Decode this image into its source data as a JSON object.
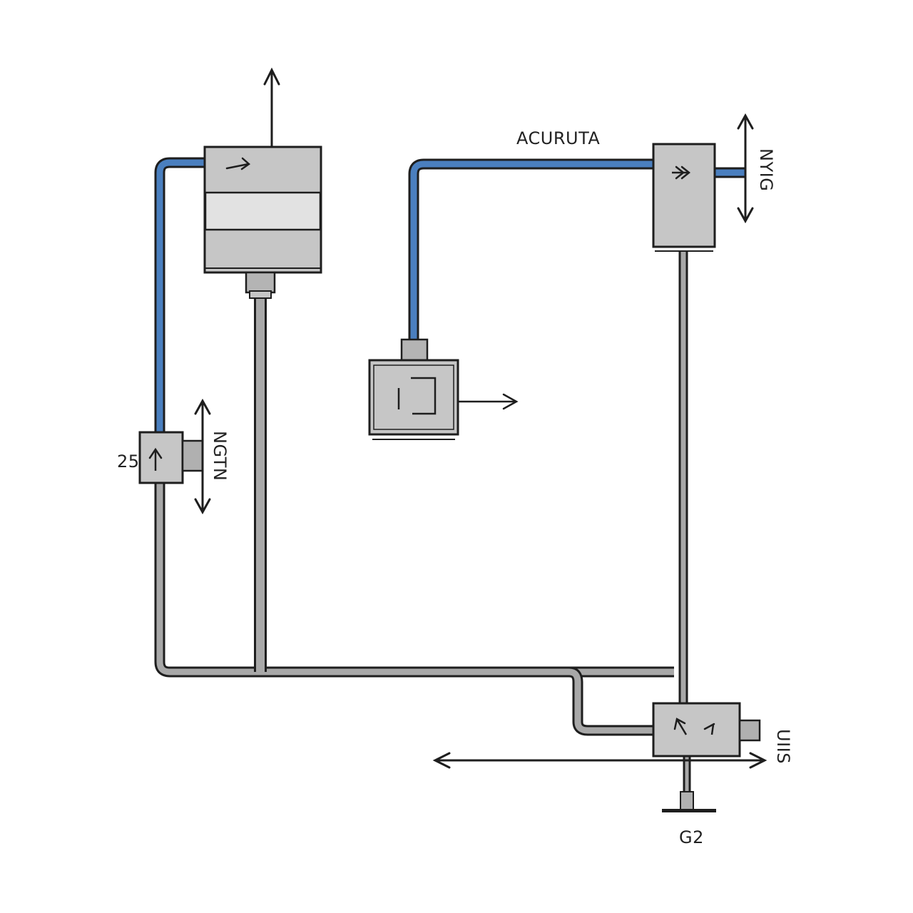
{
  "labels": {
    "top": "ACURUTA",
    "right_vertical": "NYIG",
    "left_vertical": "NGTN",
    "left_unit": "25",
    "bottom_right": "UIIS",
    "bottom": "G2"
  },
  "colors": {
    "water_pipe": "#4a7fbf",
    "gray_pipe": "#a8a8a8",
    "unit_fill": "#c6c6c6",
    "unit_light": "#e2e2e2",
    "outline": "#1e1e1e"
  }
}
